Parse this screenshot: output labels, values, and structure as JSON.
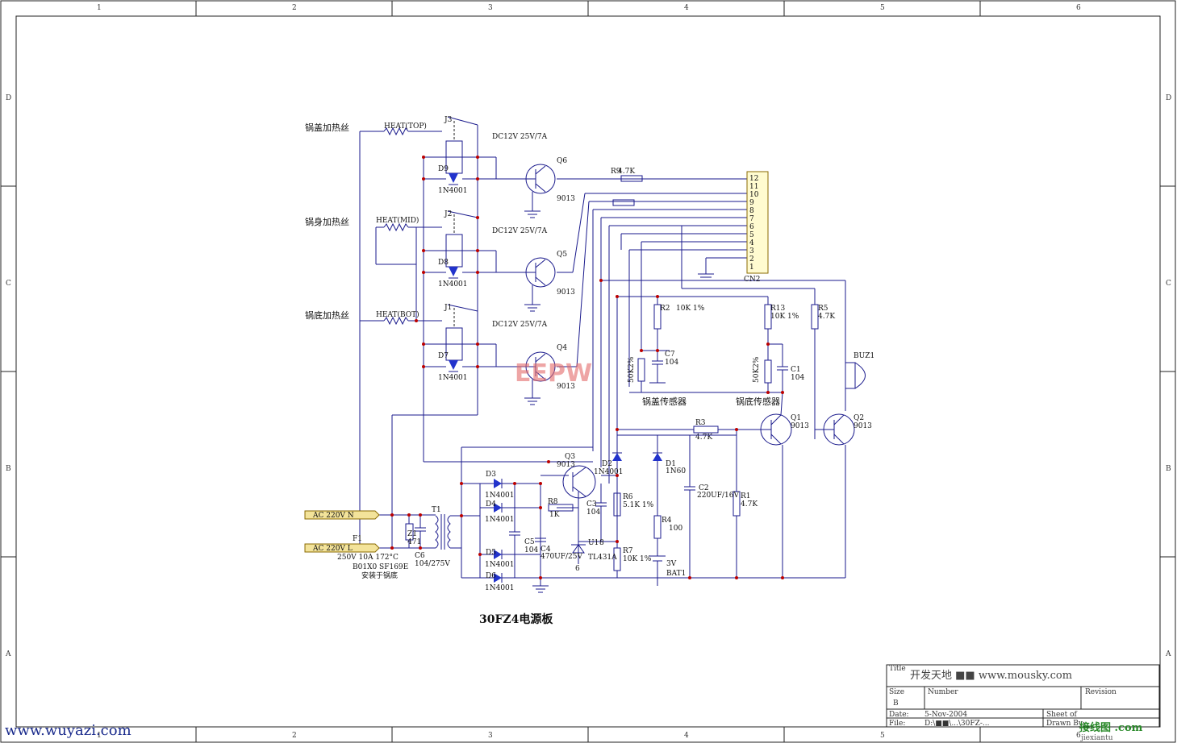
{
  "frame": {
    "col_labels": [
      "1",
      "2",
      "3",
      "4",
      "5",
      "6"
    ],
    "row_labels": [
      "D",
      "C",
      "B",
      "A"
    ]
  },
  "heaters": {
    "top_cn": "锅盖加热丝",
    "mid_cn": "锅身加热丝",
    "bot_cn": "锅底加热丝",
    "top": "HEAT(TOP)",
    "mid": "HEAT(MID)",
    "bot": "HEAT(BOT)"
  },
  "relays": {
    "spec": "DC12V 25V/7A",
    "j3": "J3",
    "j2": "J2",
    "j1": "J1",
    "d9": "D9",
    "d8": "D8",
    "d7": "D7",
    "diode": "1N4001"
  },
  "transistors": {
    "q6": "Q6",
    "q5": "Q5",
    "q4": "Q4",
    "q3": "Q3",
    "q1": "Q1",
    "q2": "Q2",
    "type": "9013"
  },
  "resistors": {
    "r9": "R9",
    "r9_val": "4.7K",
    "r2": "R2",
    "r2_val": "10K 1%",
    "r13": "R13",
    "r13_val": "10K 1%",
    "r5": "R5",
    "r5_val": "4.7K",
    "r3": "R3",
    "r3_val": "4.7K",
    "r1": "R1",
    "r1_val": "4.7K",
    "r6": "R6",
    "r6_val": "5.1K 1%",
    "r7": "R7",
    "r7_val": "10K 1%",
    "r8": "R8",
    "r8_val": "1K",
    "r4": "R4",
    "r4_val": "100",
    "ntc1": "50K2%",
    "ntc2": "50K2%"
  },
  "caps": {
    "c7": "C7",
    "c7_val": "104",
    "c1": "C1",
    "c1_val": "104",
    "c2": "C2",
    "c2_val": "220UF/16V",
    "c3": "C3",
    "c3_val": "104",
    "c4": "C4",
    "c4_val": "470UF/25V",
    "c5": "C5",
    "c5_val": "104",
    "c6": "C6",
    "c6_val": "104/275V"
  },
  "connector": {
    "name": "CN2",
    "pins": [
      "12",
      "11",
      "10",
      "9",
      "8",
      "7",
      "6",
      "5",
      "4",
      "3",
      "2",
      "1"
    ]
  },
  "sensors": {
    "lid": "锅盖传感器",
    "bottom": "锅底传感器"
  },
  "buzzer": "BUZ1",
  "diodes": {
    "d1": "D1",
    "d1_type": "1N60",
    "d2": "D2",
    "d2_type": "1N4001",
    "d3": "D3",
    "d4": "D4",
    "d5": "D5",
    "d6": "D6",
    "type": "1N4001"
  },
  "ic": {
    "u1": "U1",
    "pin8": "8",
    "part": "TL431A",
    "pin6": "6"
  },
  "battery": {
    "volt": "3V",
    "name": "BAT1"
  },
  "transformer": "T1",
  "varistor": {
    "name": "Z1",
    "val": "471"
  },
  "power": {
    "ac_n": "AC 220V N",
    "ac_l": "AC 220V L",
    "fuse": "F1",
    "fuse_spec": "250V 10A 172°C",
    "fuse_part": "B01X0    SF169E",
    "fuse_note": "安装于锅底"
  },
  "board_title": "30FZ4电源板",
  "title_block": {
    "title_label": "Title",
    "title_value": "开发天地 ■■ www.mousky.com",
    "size_label": "Size",
    "size_value": "B",
    "number_label": "Number",
    "revision_label": "Revision",
    "date_label": "Date:",
    "date_value": "5-Nov-2004",
    "sheet_label": "Sheet    of",
    "file_label": "File:",
    "file_value": "D:\\■■\\...\\30FZ-...",
    "drawn_label": "Drawn By:"
  },
  "watermarks": {
    "left": "www.wuyazi.com",
    "right": "接线图  .com",
    "right_sub": "jiexiantu",
    "center": "EEPW"
  }
}
